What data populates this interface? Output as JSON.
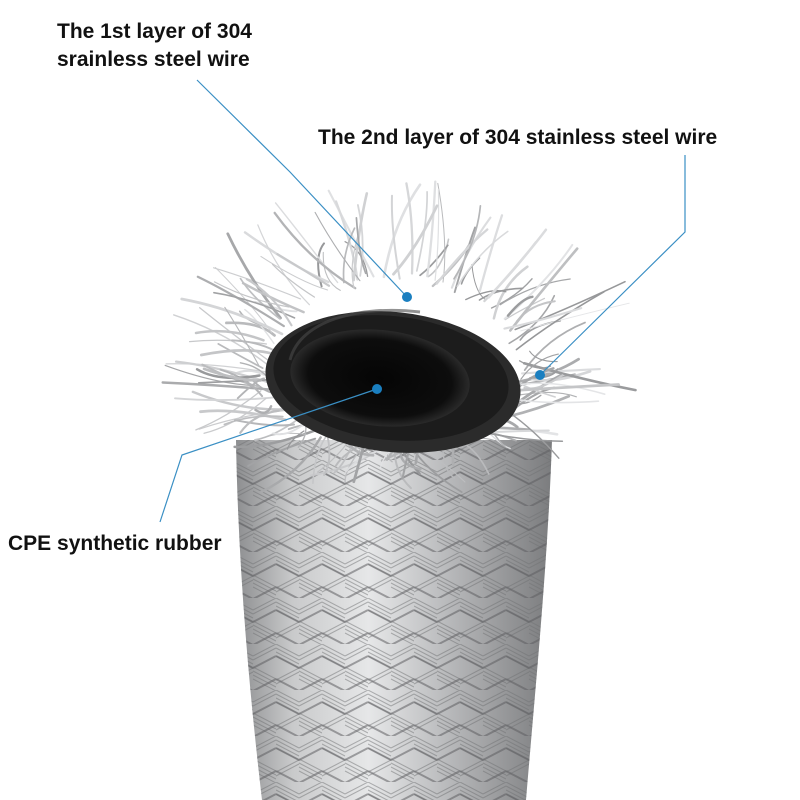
{
  "labels": {
    "layer1_line1": "The 1st layer of 304",
    "layer1_line2": "srainless steel wire",
    "layer2": "The 2nd layer of 304 stainless steel wire",
    "rubber": "CPE synthetic rubber"
  },
  "colors": {
    "leader_line": "#3a8fc4",
    "marker_dot": "#1a7fc0",
    "steel": "#b9babb",
    "rubber": "#151515"
  },
  "icons": {
    "hose": "braided-steel-hose-illustration"
  }
}
